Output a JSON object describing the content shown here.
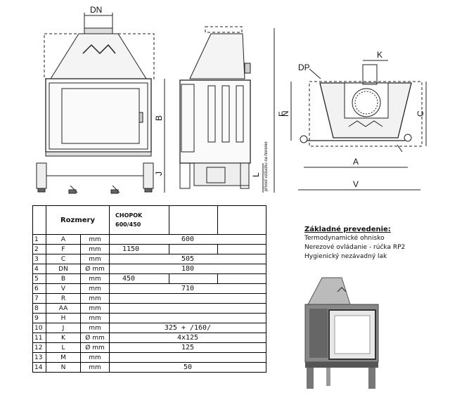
{
  "dims": {
    "dn": "DN",
    "dp": "DP",
    "k": "K",
    "b": "B",
    "f": "F",
    "n": "N",
    "c": "C",
    "j": "J",
    "l": "L",
    "a": "A",
    "v": "V",
    "side_note": "přívod vzduchu na horenie"
  },
  "table": {
    "head_name": "Rozmery",
    "head_product": "CHOPOK",
    "head_product_size": "600/450",
    "rows": [
      {
        "no": "1",
        "name": "A",
        "unit": "mm",
        "val": "600",
        "span": "all"
      },
      {
        "no": "2",
        "name": "F",
        "unit": "mm",
        "val": "1150",
        "span": "first"
      },
      {
        "no": "3",
        "name": "C",
        "unit": "mm",
        "val": "505",
        "span": "all"
      },
      {
        "no": "4",
        "name": "DN",
        "unit": "Ø mm",
        "val": "180",
        "span": "all"
      },
      {
        "no": "5",
        "name": "B",
        "unit": "mm",
        "val": "450",
        "span": "first"
      },
      {
        "no": "6",
        "name": "V",
        "unit": "mm",
        "val": "710",
        "span": "all"
      },
      {
        "no": "7",
        "name": "R",
        "unit": "mm",
        "val": "",
        "span": "all"
      },
      {
        "no": "8",
        "name": "AA",
        "unit": "mm",
        "val": "",
        "span": "all"
      },
      {
        "no": "9",
        "name": "H",
        "unit": "mm",
        "val": "",
        "span": "all"
      },
      {
        "no": "10",
        "name": "J",
        "unit": "mm",
        "val": "325 + /160/",
        "span": "all"
      },
      {
        "no": "11",
        "name": "K",
        "unit": "Ø mm",
        "val": "4x125",
        "span": "all"
      },
      {
        "no": "12",
        "name": "L",
        "unit": "Ø mm",
        "val": "125",
        "span": "all"
      },
      {
        "no": "13",
        "name": "M",
        "unit": "mm",
        "val": "",
        "span": "all"
      },
      {
        "no": "14",
        "name": "N",
        "unit": "mm",
        "val": "50",
        "span": "all"
      }
    ]
  },
  "notes": {
    "title": "Základné prevedenie:",
    "line1": "Termodynamické ohnisko",
    "line2": "Nerezové ovládanie - rúčka RP2",
    "line3": "Hygienický nezávadný lak"
  }
}
